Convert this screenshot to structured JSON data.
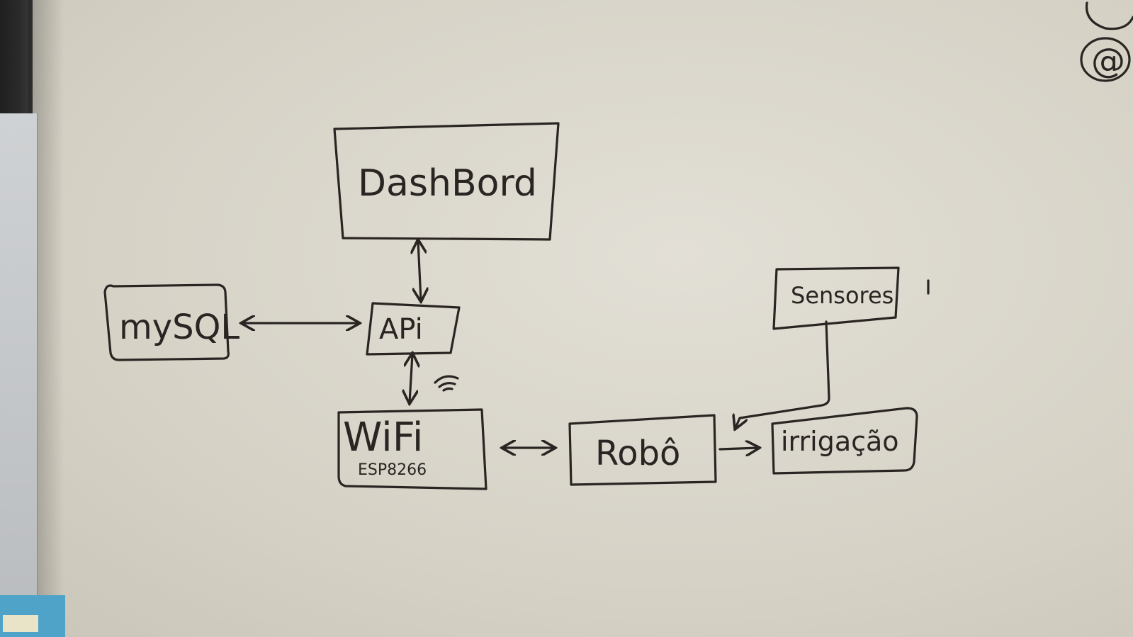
{
  "nodes": {
    "dashboard": "DashBord",
    "mysql": "mySQL",
    "api": "APi",
    "wifi": "WiFi",
    "wifi_sub": "ESP8266",
    "robo": "Robô",
    "sensores": "Sensores",
    "irrigacao": "irrigação"
  },
  "corner_mark": "@",
  "ink_color": "#2a2522"
}
